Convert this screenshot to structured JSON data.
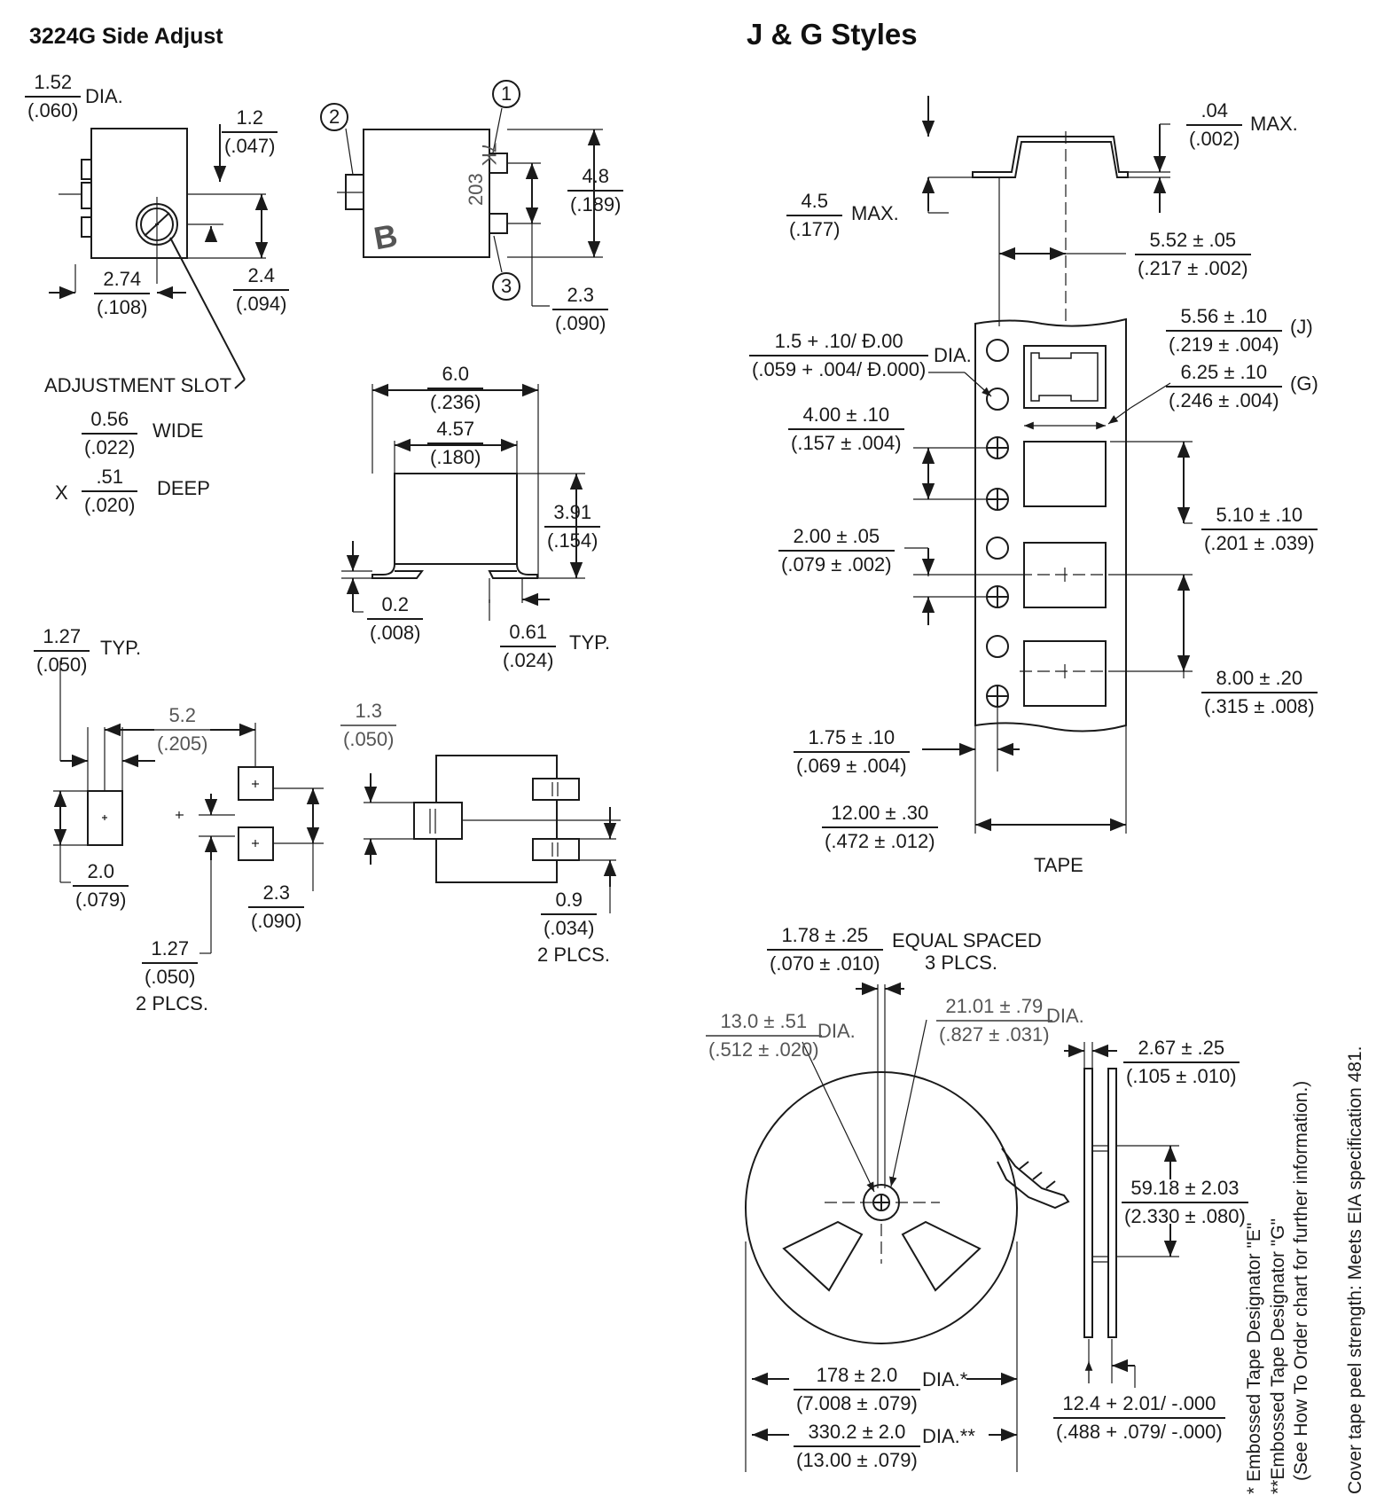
{
  "titles": {
    "left": "3224G Side Adjust",
    "right": "J & G Styles"
  },
  "left": {
    "dia_152": {
      "n": "1.52",
      "d": "(.060)",
      "suffix": "DIA."
    },
    "d_12": {
      "n": "1.2",
      "d": "(.047)"
    },
    "d_274": {
      "n": "2.74",
      "d": "(.108)"
    },
    "d_24": {
      "n": "2.4",
      "d": "(.094)"
    },
    "adj_slot": "ADJUSTMENT SLOT",
    "wide": {
      "n": "0.56",
      "d": "(.022)",
      "suffix": "WIDE"
    },
    "deep": {
      "prefix": "X",
      "n": ".51",
      "d": "(.020)",
      "suffix": "DEEP"
    },
    "pin1": "1",
    "pin2": "2",
    "pin3": "3",
    "marking_top": "7K",
    "marking_bottom": "203",
    "logo": "B",
    "d_48": {
      "n": "4.8",
      "d": "(.189)"
    },
    "d_23a": {
      "n": "2.3",
      "d": "(.090)"
    },
    "d_60": {
      "n": "6.0",
      "d": "(.236)"
    },
    "d_457": {
      "n": "4.57",
      "d": "(.180)"
    },
    "d_391": {
      "n": "3.91",
      "d": "(.154)"
    },
    "d_02": {
      "n": "0.2",
      "d": "(.008)"
    },
    "d_061": {
      "n": "0.61",
      "d": "(.024)",
      "suffix": "TYP."
    },
    "d_127typ": {
      "n": "1.27",
      "d": "(.050)",
      "suffix": "TYP."
    },
    "d_52": {
      "n": "5.2",
      "d": "(.205)"
    },
    "d_13": {
      "n": "1.3",
      "d": "(.050)"
    },
    "d_20": {
      "n": "2.0",
      "d": "(.079)"
    },
    "d_23b": {
      "n": "2.3",
      "d": "(.090)"
    },
    "d_127plcs": {
      "n": "1.27",
      "d": "(.050)",
      "suffix": "2 PLCS."
    },
    "d_09": {
      "n": "0.9",
      "d": "(.034)",
      "suffix": "2 PLCS."
    }
  },
  "right": {
    "d_04": {
      "n": ".04",
      "d": "(.002)",
      "suffix": "MAX."
    },
    "d_45": {
      "n": "4.5",
      "d": "(.177)",
      "suffix": "MAX."
    },
    "d_552": {
      "n": "5.52 ± .05",
      "d": "(.217 ± .002)"
    },
    "d_556": {
      "n": "5.56 ± .10",
      "d": "(.219 ± .004)",
      "suffix": "(J)"
    },
    "d_625": {
      "n": "6.25 ± .10",
      "d": "(.246 ± .004)",
      "suffix": "(G)"
    },
    "d_15": {
      "n": "1.5 + .10/ Ð.00",
      "d": "(.059 + .004/ Ð.000)",
      "suffix": "DIA."
    },
    "d_400": {
      "n": "4.00 ± .10",
      "d": "(.157 ± .004)"
    },
    "d_200": {
      "n": "2.00 ± .05",
      "d": "(.079 ± .002)"
    },
    "d_510": {
      "n": "5.10 ± .10",
      "d": "(.201 ± .039)"
    },
    "d_800": {
      "n": "8.00 ± .20",
      "d": "(.315 ± .008)"
    },
    "d_175": {
      "n": "1.75 ± .10",
      "d": "(.069 ± .004)"
    },
    "d_1200": {
      "n": "12.00 ± .30",
      "d": "(.472 ± .012)"
    },
    "tape": "TAPE",
    "d_178": {
      "n": "1.78 ± .25",
      "d": "(.070 ± .010)"
    },
    "equal_spaced": "EQUAL SPACED",
    "plcs3": "3 PLCS.",
    "d_130": {
      "n": "13.0 ± .51",
      "d": "(.512 ± .020)",
      "suffix": "DIA."
    },
    "d_2101": {
      "n": "21.01 ± .79",
      "d": "(.827 ± .031)",
      "suffix": "DIA."
    },
    "d_267": {
      "n": "2.67 ± .25",
      "d": "(.105 ± .010)"
    },
    "d_5918": {
      "n": "59.18 ± 2.03",
      "d": "(2.330 ± .080)"
    },
    "d_178dia": {
      "n": "178 ± 2.0",
      "d": "(7.008  ± .079)",
      "suffix": "DIA.*"
    },
    "d_3302": {
      "n": "330.2 ± 2.0",
      "d": "(13.00  ± .079)",
      "suffix": "DIA.**"
    },
    "d_124": {
      "n": "12.4 + 2.01/ -.000",
      "d": "(.488 + .079/ -.000)"
    }
  },
  "notes": {
    "note1": "*  Embossed Tape Designator \"E\"",
    "note2": "**Embossed Tape Designator \"G\"",
    "note3": "(See How To Order chart for further information.)",
    "note4": "Cover tape peel strength: Meets EIA specification 481."
  }
}
